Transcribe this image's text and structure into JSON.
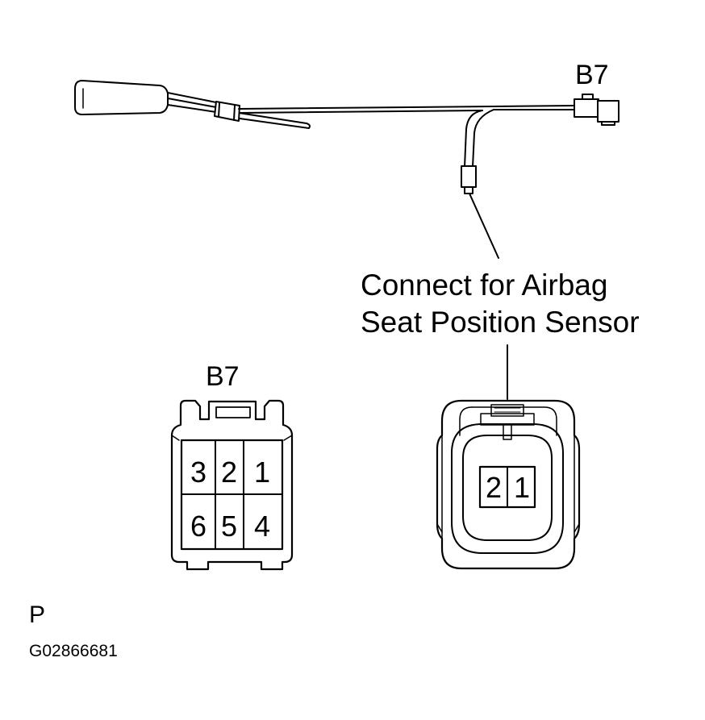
{
  "labels": {
    "connector_top": "B7",
    "connector_left": "B7",
    "callout_line1": "Connect for Airbag",
    "callout_line2": "Seat Position Sensor",
    "page_letter": "P",
    "figure_code": "G02866681"
  },
  "connector_b7": {
    "pins_top": [
      "3",
      "2",
      "1"
    ],
    "pins_bottom": [
      "6",
      "5",
      "4"
    ]
  },
  "sensor_connector": {
    "pins": [
      "2",
      "1"
    ]
  }
}
